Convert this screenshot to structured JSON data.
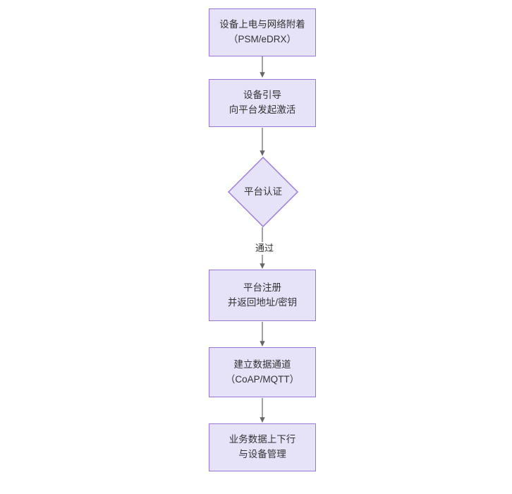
{
  "diagram": {
    "type": "flowchart",
    "orientation": "top-to-bottom",
    "background_color": "#ffffff",
    "node_fill_color": "#e6e2f8",
    "node_border_color": "#9a77d6",
    "text_color": "#333333",
    "edge_color": "#666666",
    "nodes": [
      {
        "id": "power-on",
        "shape": "rectangle",
        "line1": "设备上电与网络附着",
        "line2": "（PSM/eDRX）"
      },
      {
        "id": "bootstrap",
        "shape": "rectangle",
        "line1": "设备引导",
        "line2": "向平台发起激活"
      },
      {
        "id": "platform-auth",
        "shape": "diamond",
        "line1": "平台认证",
        "line2": ""
      },
      {
        "id": "platform-register",
        "shape": "rectangle",
        "line1": "平台注册",
        "line2": "并返回地址/密钥"
      },
      {
        "id": "data-channel",
        "shape": "rectangle",
        "line1": "建立数据通道",
        "line2": "（CoAP/MQTT）"
      },
      {
        "id": "service-data",
        "shape": "rectangle",
        "line1": "业务数据上下行",
        "line2": "与设备管理"
      }
    ],
    "edges": [
      {
        "id": "e1",
        "from": "power-on",
        "to": "bootstrap",
        "label": ""
      },
      {
        "id": "e2",
        "from": "bootstrap",
        "to": "platform-auth",
        "label": ""
      },
      {
        "id": "e3",
        "from": "platform-auth",
        "to": "platform-register",
        "label": "通过"
      },
      {
        "id": "e4",
        "from": "platform-register",
        "to": "data-channel",
        "label": ""
      },
      {
        "id": "e5",
        "from": "data-channel",
        "to": "service-data",
        "label": ""
      }
    ]
  }
}
